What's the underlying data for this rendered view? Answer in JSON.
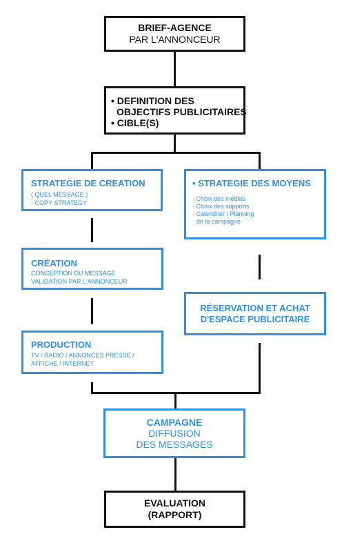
{
  "nodes": {
    "brief": {
      "title": "BRIEF-AGENCE",
      "subtitle": "PAR L'ANNONCEUR"
    },
    "objectifs": {
      "lines": [
        "• DEFINITION DES",
        "  OBJECTIFS PUBLICITAIRES",
        "• CIBLE(S)"
      ]
    },
    "strategie_creation": {
      "title": "STRATEGIE DE CREATION",
      "details": [
        "( QUEL MESSAGE )",
        "· COPY STRATEGY"
      ]
    },
    "strategie_moyens": {
      "title": "• STRATEGIE DES MOYENS",
      "details": [
        "· Choix des médias",
        "· Choix des supports",
        "· Calendrier / Planning",
        "  de la campagne"
      ]
    },
    "creation": {
      "title": "CRÉATION",
      "details": [
        "CONCEPTION DU MESSAGE",
        "VALIDATION PAR L'ANNONCEUR"
      ]
    },
    "reservation": {
      "lines": [
        "RÉSERVATION ET ACHAT",
        "D'ESPACE PUBLICITAIRE"
      ]
    },
    "production": {
      "title": "PRODUCTION",
      "details": [
        "TV / RADIO / ANNONCES PRESSE /",
        "AFFICHE / INTERNET"
      ]
    },
    "campagne": {
      "title": "CAMPAGNE",
      "lines": [
        "DIFFUSION",
        "DES MESSAGES"
      ]
    },
    "evaluation": {
      "lines": [
        "EVALUATION",
        "(RAPPORT)"
      ]
    }
  },
  "colors": {
    "dark": "#111111",
    "accent": "#2f8fe0"
  }
}
